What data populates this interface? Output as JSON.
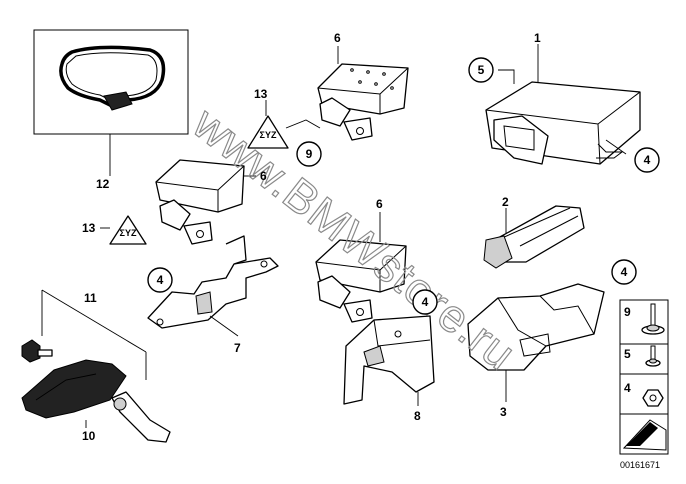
{
  "watermark": "www.BMWstore.ru",
  "diagram_code": "00161671",
  "callouts": {
    "c1": "1",
    "c2": "2",
    "c3": "3",
    "c4a": "4",
    "c4b": "4",
    "c4c": "4",
    "c4d": "4",
    "c5": "5",
    "c6a": "6",
    "c6b": "6",
    "c6c": "6",
    "c7": "7",
    "c8": "8",
    "c9": "9",
    "c10": "10",
    "c11": "11",
    "c12": "12",
    "c13a": "13",
    "c13b": "13"
  },
  "legend": {
    "item9": "9",
    "item5": "5",
    "item4": "4"
  },
  "triangle_label": "ΣΥΖ"
}
